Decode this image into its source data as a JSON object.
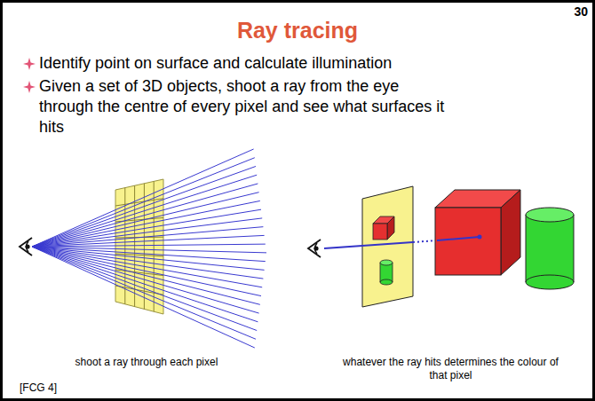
{
  "diagram": {
    "title": "Ray tracing",
    "labels": [
      "30",
      "Identify point on surface and calculate illumination",
      "Given a set of 3D objects, shoot a ray from the eye through the centre of every pixel and see what surfaces it hits",
      "shoot a ray through each pixel",
      "whatever the ray hits determines the colour of that pixel",
      "[FCG 4]"
    ]
  }
}
